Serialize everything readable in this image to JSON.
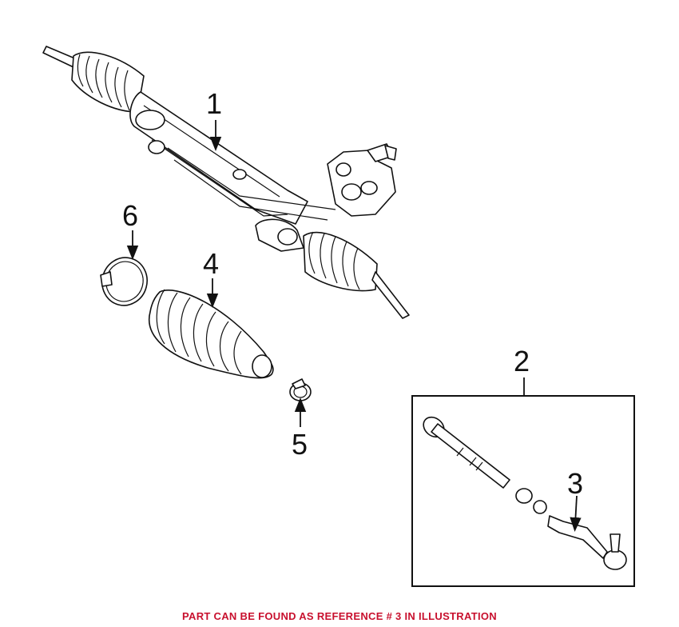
{
  "callouts": [
    {
      "label": "1",
      "name": "steering-rack-assembly"
    },
    {
      "label": "2",
      "name": "tie-rod-assembly"
    },
    {
      "label": "3",
      "name": "tie-rod-end"
    },
    {
      "label": "4",
      "name": "rack-boot"
    },
    {
      "label": "5",
      "name": "small-boot-clamp"
    },
    {
      "label": "6",
      "name": "large-boot-clamp"
    }
  ],
  "caption": "PART CAN BE FOUND AS REFERENCE # 3 IN ILLUSTRATION",
  "colors": {
    "caption": "#c8102e",
    "line": "#111111"
  }
}
